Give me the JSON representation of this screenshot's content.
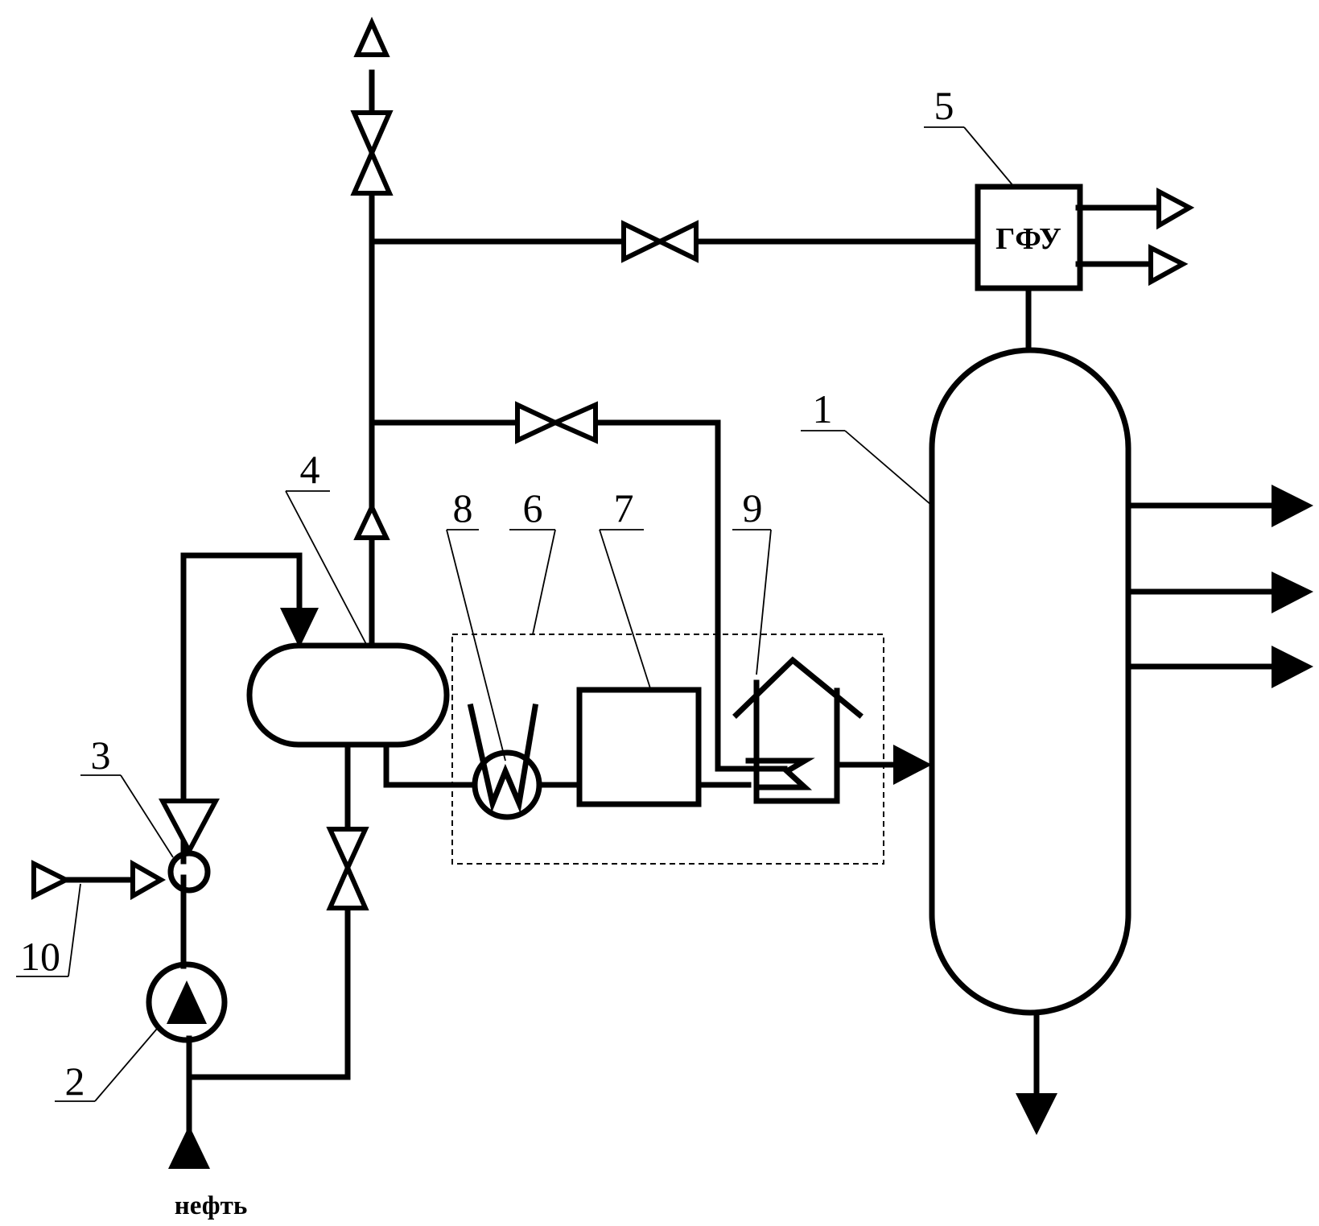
{
  "labels": {
    "n1": "1",
    "n2": "2",
    "n3": "3",
    "n4": "4",
    "n5": "5",
    "n6": "6",
    "n7": "7",
    "n8": "8",
    "n9": "9",
    "n10": "10"
  },
  "gfu_unit": "ГФУ",
  "feed_label": "нефть"
}
